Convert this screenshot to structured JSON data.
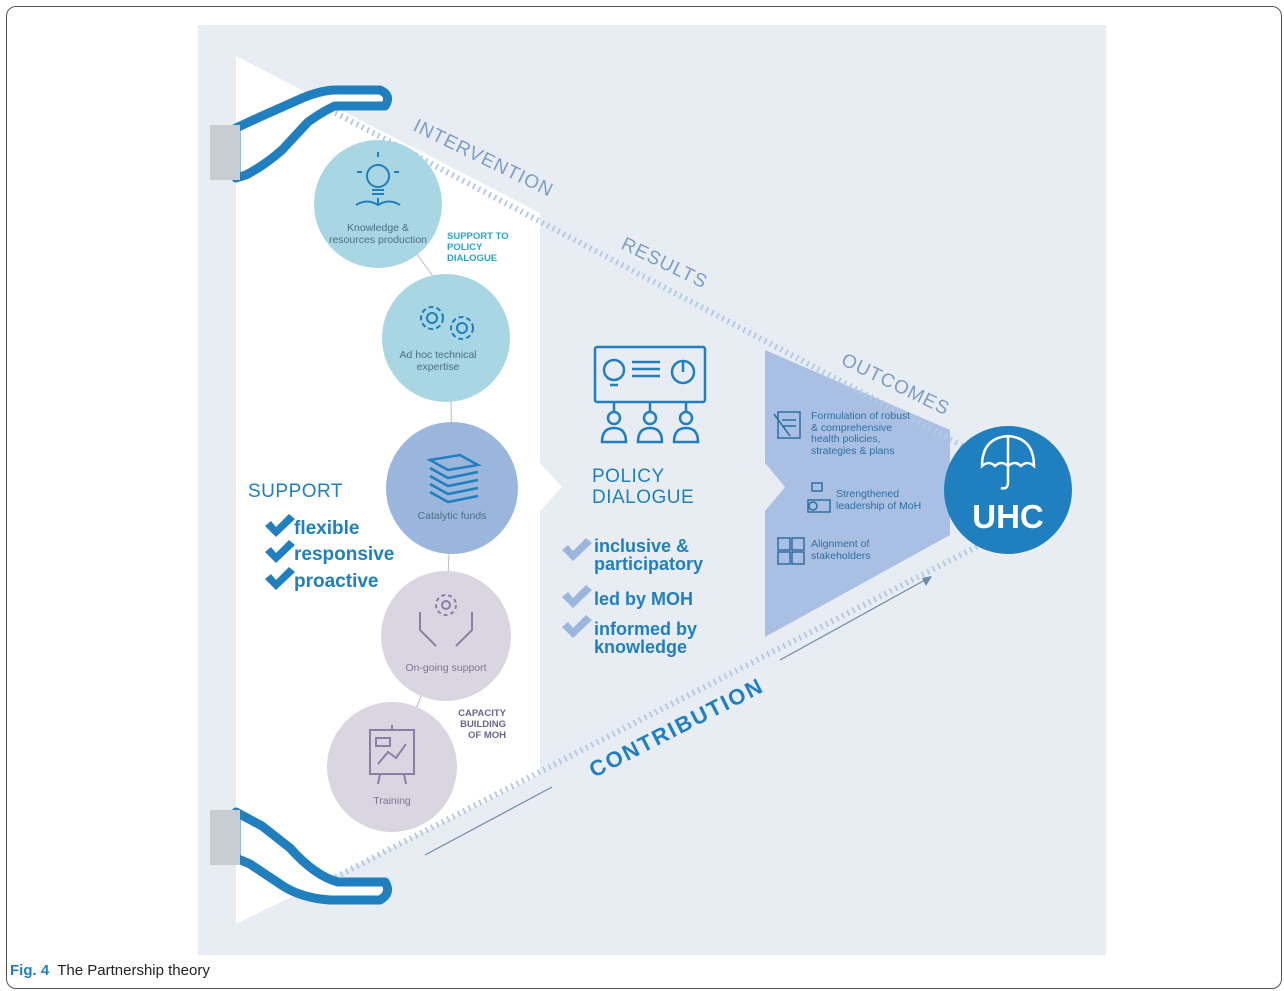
{
  "arrow_labels": {
    "intervention": "INTERVENTION",
    "results": "RESULTS",
    "outcomes": "OUTCOMES",
    "contribution": "CONTRIBUTION"
  },
  "circles": {
    "knowledge": "Knowledge & resources production",
    "adhoc": "Ad hoc technical expertise",
    "catalytic": "Catalytic funds",
    "ongoing": "On-going support",
    "training": "Training"
  },
  "group_labels": {
    "support_policy": "SUPPORT TO POLICY DIALOGUE",
    "capacity": "CAPACITY BUILDING OF MOH"
  },
  "support": {
    "title": "SUPPORT",
    "items": [
      "flexible",
      "responsive",
      "proactive"
    ]
  },
  "policy": {
    "title": "POLICY DIALOGUE",
    "items": [
      "inclusive & participatory",
      "led by MOH",
      "informed by knowledge"
    ]
  },
  "outcomes": {
    "items": [
      "Formulation of robust & comprehensive health policies, strategies & plans",
      "Strengthened leadership of MoH",
      "Alignment of stakeholders"
    ]
  },
  "goal": "UHC",
  "caption": {
    "fig": "Fig. 4",
    "text": "The Partnership theory"
  },
  "colors": {
    "background": "#e8edf3",
    "accent": "#1f7fbf",
    "knowledge_circle": "#a9d6e3",
    "funds_circle": "#9bb6dd",
    "capacity_circle": "#d9d6e2",
    "outcome_band": "#a9c0e4"
  }
}
